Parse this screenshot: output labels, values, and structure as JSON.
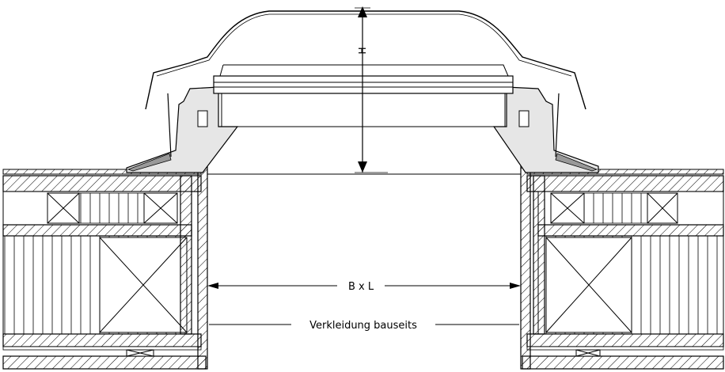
{
  "dimensions": {
    "height_label": "H",
    "opening_label": "B x L"
  },
  "annotations": {
    "cladding_label": "Verkleidung bauseits"
  },
  "colors": {
    "line": "#000000",
    "frame_fill": "#e6e6e6",
    "background": "#ffffff"
  }
}
